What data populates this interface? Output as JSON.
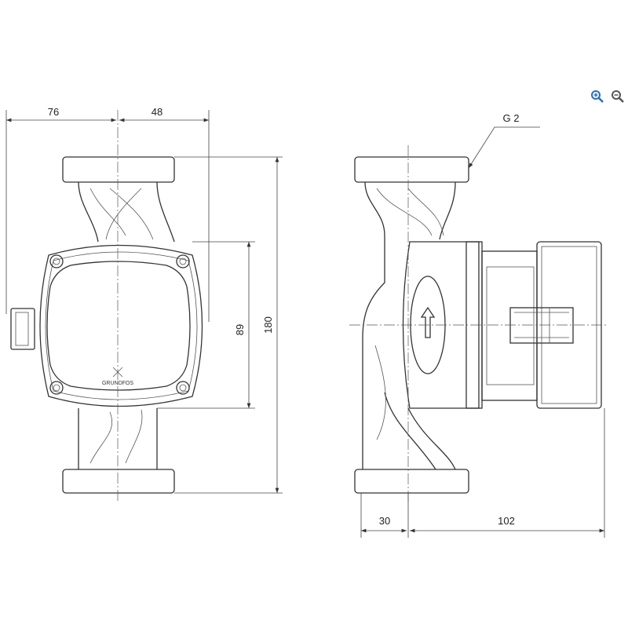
{
  "dimensions": {
    "front_width_left": "76",
    "front_width_right": "48",
    "front_height_body": "89",
    "front_height_total": "180",
    "side_inlet_offset": "30",
    "side_depth": "102",
    "thread": "G 2"
  },
  "logo": "GRUNDFOS",
  "toolbar": {
    "zoom_in": "zoom-in",
    "zoom_out": "zoom-out"
  },
  "colors": {
    "zoom_in": "#2a6fb5",
    "zoom_out": "#555555"
  }
}
